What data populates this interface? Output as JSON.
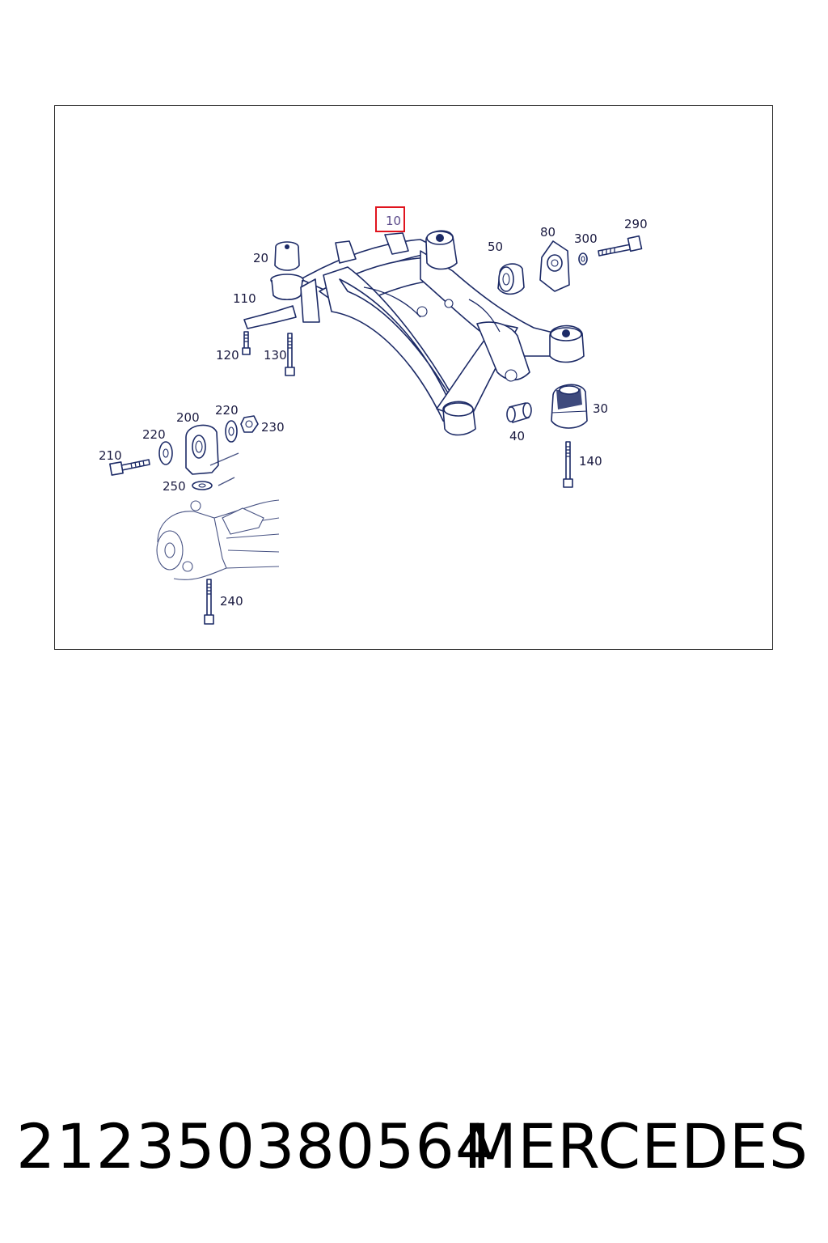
{
  "diagram": {
    "highlighted_label": "10",
    "labels": {
      "l20": "20",
      "l50": "50",
      "l80": "80",
      "l300": "300",
      "l290": "290",
      "l110": "110",
      "l120": "120",
      "l130": "130",
      "l30": "30",
      "l40": "40",
      "l140": "140",
      "l200": "200",
      "l220a": "220",
      "l220b": "220",
      "l230": "230",
      "l210": "210",
      "l250": "250",
      "l240": "240"
    },
    "colors": {
      "line": "#1c2a66",
      "highlight_box": "#e0141e",
      "frame": "#2a2a2a"
    }
  },
  "footer": {
    "part_number": "212350380564",
    "brand": "MERCEDES"
  }
}
